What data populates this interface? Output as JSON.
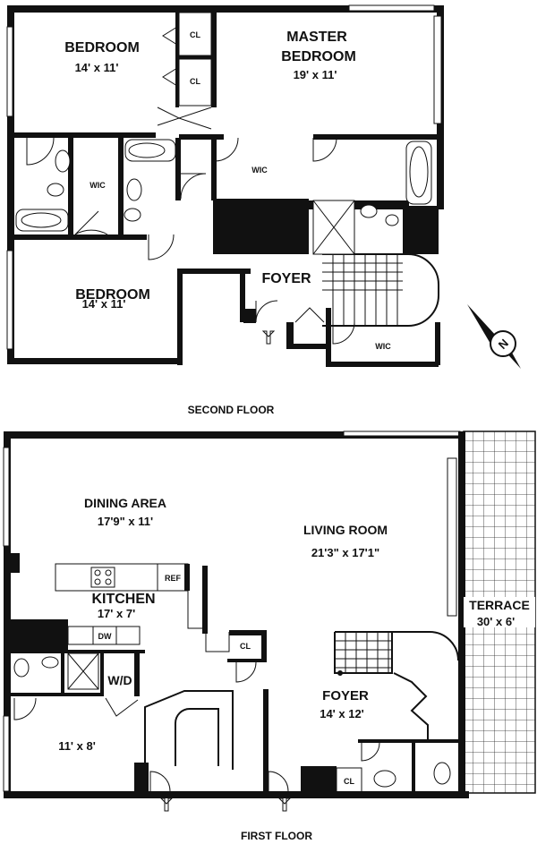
{
  "second_floor": {
    "caption": "SECOND FLOOR",
    "bedroom_nw": {
      "name": "BEDROOM",
      "size": "14' x 11'"
    },
    "master": {
      "name_line1": "MASTER",
      "name_line2": "BEDROOM",
      "size": "19' x 11'"
    },
    "bedroom_sw": {
      "name": "BEDROOM",
      "size": "14' x 11'"
    },
    "closet_label": "CL",
    "wic_label": "WIC",
    "foyer": {
      "name": "FOYER"
    }
  },
  "first_floor": {
    "caption": "FIRST FLOOR",
    "dining": {
      "name": "DINING AREA",
      "size": "17'9\" x 11'"
    },
    "living": {
      "name": "LIVING ROOM",
      "size": "21'3\" x 17'1\""
    },
    "terrace": {
      "name": "TERRACE",
      "size": "30' x 6'"
    },
    "kitchen": {
      "name": "KITCHEN",
      "size": "17' x 7'"
    },
    "ref_label": "REF",
    "dw_label": "DW",
    "wd_label": "W/D",
    "cl_label": "CL",
    "room_small": {
      "size": "11' x 8'"
    },
    "foyer": {
      "name": "FOYER",
      "size": "14' x 12'"
    }
  },
  "compass": {
    "letter": "N"
  }
}
